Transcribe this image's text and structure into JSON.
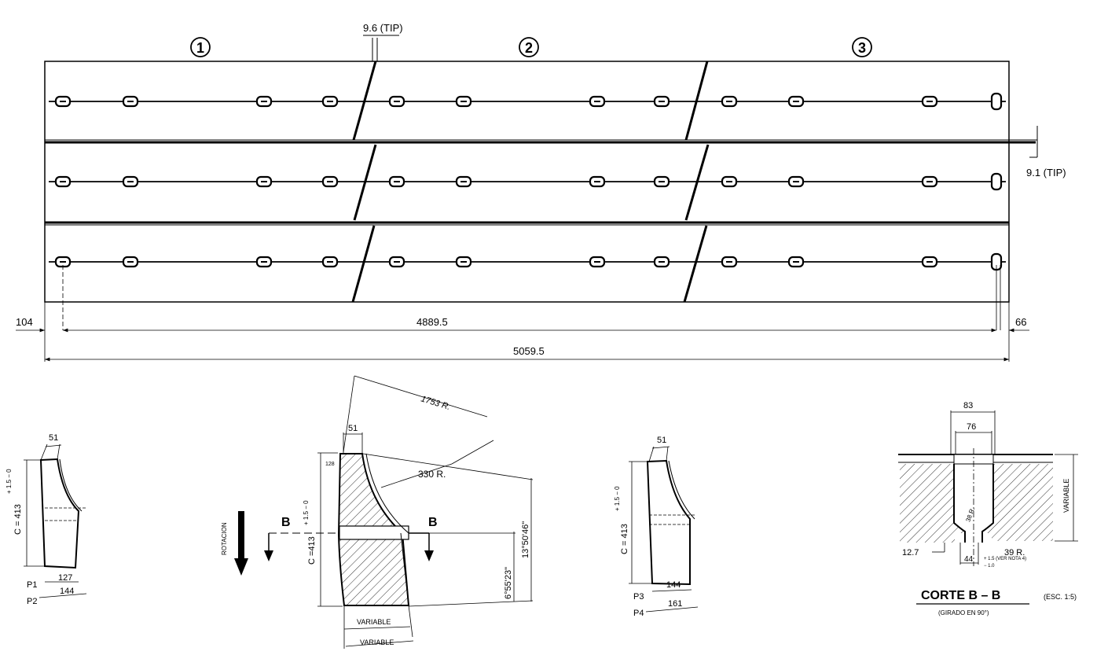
{
  "top_view": {
    "zone_labels": [
      "1",
      "2",
      "3"
    ],
    "dim_gap_top": "9.6  (TIP)",
    "dim_gap_side": "9.1  (TIP)",
    "dim_left_offset": "104",
    "dim_inner_length": "4889.5",
    "dim_right_offset": "66",
    "dim_total_length": "5059.5"
  },
  "profile_left": {
    "dim_top": "51",
    "dim_chord": "C = 413",
    "tol": "+ 1.5  − 0",
    "p1_label": "P1",
    "p1_value": "127",
    "p2_label": "P2",
    "p2_value": "144"
  },
  "profile_center": {
    "radius_large": "1753  R.",
    "dim_top": "51",
    "dim_small": "128",
    "radius_small": "330  R.",
    "tol": "+ 1.5  − 0",
    "dim_chord": "C =413",
    "rotation_label": "ROTACION",
    "section_mark_left": "B",
    "section_mark_right": "B",
    "angle_1": "6°55'23\"",
    "angle_2": "13°50'46\"",
    "bottom_dim_1": "VARIABLE",
    "bottom_dim_2": "VARIABLE"
  },
  "profile_right": {
    "dim_top": "51",
    "tol": "+ 1.5  − 0",
    "dim_chord": "C = 413",
    "p3_label": "P3",
    "p3_value": "144",
    "p4_label": "P4",
    "p4_value": "161"
  },
  "section_bb": {
    "dim_outer": "83",
    "dim_inner": "76",
    "dim_side": "VARIABLE",
    "radius_inner": "38  R.",
    "dim_left": "12.7",
    "radius_bottom": "39  R.",
    "dim_bottom": "44",
    "tol_bottom": "+ 1.5  (VER NOTA 4)",
    "tol_bottom_minus": "− 1.0",
    "title": "CORTE  B  –  B",
    "subtitle": "(GIRADO  EN  90°)",
    "scale": "(ESC.  1:5)"
  }
}
